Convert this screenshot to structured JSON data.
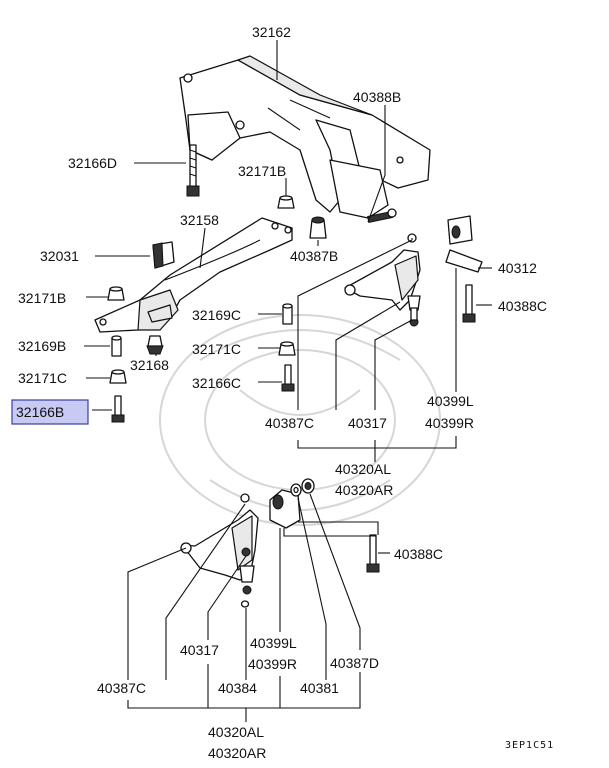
{
  "labels": {
    "p32162": "32162",
    "p40388B": "40388B",
    "p32166D": "32166D",
    "p32171B_top": "32171B",
    "p32158": "32158",
    "p32031": "32031",
    "p40387B": "40387B",
    "p40312": "40312",
    "p32171B": "32171B",
    "p40388C_top": "40388C",
    "p32169C": "32169C",
    "p32169B": "32169B",
    "p32171C_mid": "32171C",
    "p32168": "32168",
    "p32171C": "32171C",
    "p32166C": "32166C",
    "p32166B": "32166B",
    "p40399L_top": "40399L",
    "p40399R_top": "40399R",
    "p40387C_top": "40387C",
    "p40317_top": "40317",
    "p40320AL_top": "40320AL",
    "p40320AR_top": "40320AR",
    "p40388C_bot": "40388C",
    "p40317_bot": "40317",
    "p40399L_bot": "40399L",
    "p40399R_bot": "40399R",
    "p40387D": "40387D",
    "p40387C_bot": "40387C",
    "p40384": "40384",
    "p40381": "40381",
    "p40320AL_bot": "40320AL",
    "p40320AR_bot": "40320AR"
  },
  "highlighted_part": "32166B",
  "highlight_color": "#c8caf4",
  "diagram_code": "3EP1C51"
}
